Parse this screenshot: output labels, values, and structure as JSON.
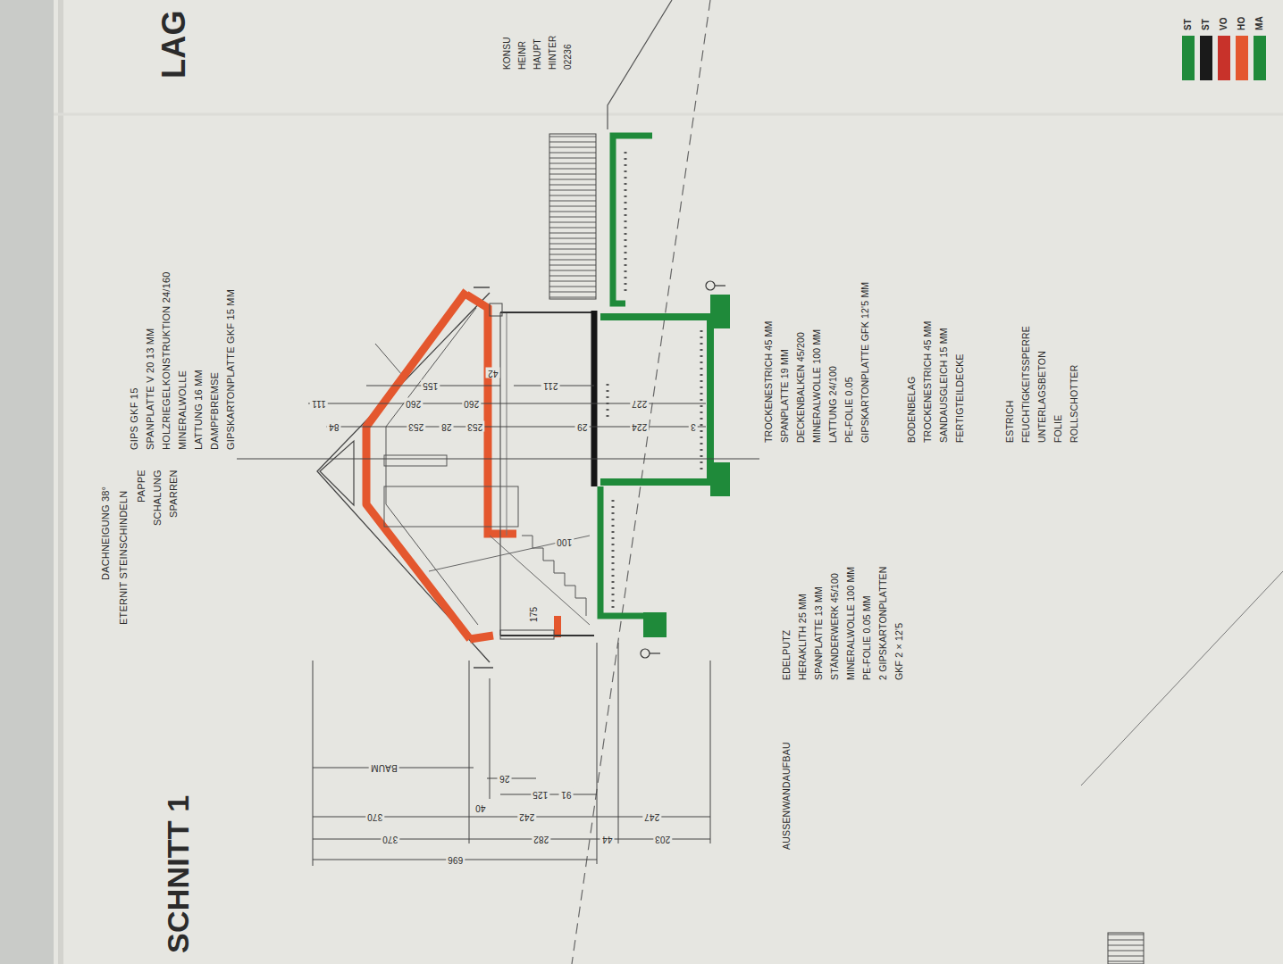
{
  "diagram": {
    "title": "SCHNITT 1",
    "labels": [
      "LAG",
      "KONSU",
      "HEINR",
      "HAUPT",
      "HINTER",
      "02236",
      "DACHNEIGUNG 38°",
      "ETERNIT STEINSCHINDELN",
      "PAPPE",
      "SCHALUNG",
      "SPARREN",
      "GIPS GKF 15",
      "SPANPLATTE V 20 13 MM",
      "HOLZRIEGELKONSTRUKTION 24/160",
      "MINERALWOLLE",
      "LATTUNG 16 MM",
      "DAMPFBREMSE",
      "GIPSKARTONPLATTE GKF 15 MM",
      "111",
      "84",
      "155",
      "260",
      "260",
      "211",
      "227",
      "253",
      "253",
      "224",
      "28",
      "29",
      "3",
      "42",
      "100",
      "175",
      "BAUM",
      "26",
      "125",
      "91",
      "40",
      "370",
      "370",
      "242",
      "282",
      "247",
      "44",
      "203",
      "696",
      "TROCKENESTRICH 45 MM",
      "SPANPLATTE 19 MM",
      "DECKENBALKEN 45/200",
      "MINERALWOLLE 100 MM",
      "LATTUNG 24/100",
      "PE-FOLIE 0.05",
      "GIPSKARTONPLATTE GFK 12'5 MM",
      "BODENBELAG",
      "TROCKENESTRICH 45 MM",
      "SANDAUSGLEICH 15 MM",
      "FERTIGTEILDECKE",
      "ESTRICH",
      "FEUCHTIGKEITSSPERRE",
      "UNTERLAGSBETON",
      "FOLIE",
      "ROLLSCHOTTER",
      "AUSSENWANDAUFBAU",
      "EDELPUTZ",
      "HERAKLITH 25 MM",
      "SPANPLATTE 13 MM",
      "STÄNDERWERK 45/100",
      "MINERALWOLLE 100 MM",
      "PE-FOLIE 0.05 MM",
      "2 GIPSKARTONPLATTEN",
      "GKF 2 × 12'5"
    ],
    "legend": [
      {
        "text": "ST",
        "color": "#1f8a3a"
      },
      {
        "text": "ST",
        "color": "#1a1a1a"
      },
      {
        "text": "VO",
        "color": "#c8322a"
      },
      {
        "text": "HO",
        "color": "#e4572e"
      },
      {
        "text": "MA",
        "color": "#1f8a3a"
      }
    ]
  }
}
